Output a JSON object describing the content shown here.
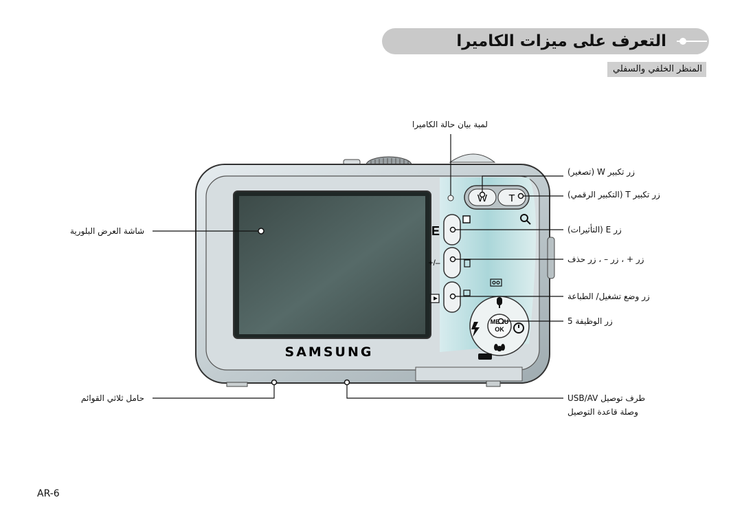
{
  "page": {
    "title": "التعرف على ميزات الكاميرا",
    "subtitle": "المنظر الخلفي والسفلي",
    "page_number": "AR-6",
    "brand": "SAMSUNG"
  },
  "camera_buttons": {
    "w": "W",
    "t": "T",
    "e": "E",
    "plus_minus": "+/–",
    "menu_ok_top": "MENU",
    "menu_ok_bottom": "OK"
  },
  "labels": {
    "status_lamp": "لمبة بيان حالة الكاميرا",
    "w_button": "زر تكبير W (تصغير)",
    "t_button": "زر تكبير T (التكبير الرقمي)",
    "e_button": "زر E (التأثيرات)",
    "plus_minus_delete": "زر + ، زر – ، زر حذف",
    "play_print": "زر وضع تشغيل/ الطباعة",
    "five_function": "زر الوظيفة 5",
    "lcd": "شاشة العرض البلورية",
    "tripod": "حامل ثلاثي القوائم",
    "usb_line1": "طرف توصيل USB/AV",
    "usb_line2": "وصلة قاعدة التوصيل"
  },
  "colors": {
    "title_pill": "#c9c9c9",
    "body_silver": "#c4ccd0",
    "screen": "#4a5a58",
    "accent_panel": "#b9e0e2"
  }
}
